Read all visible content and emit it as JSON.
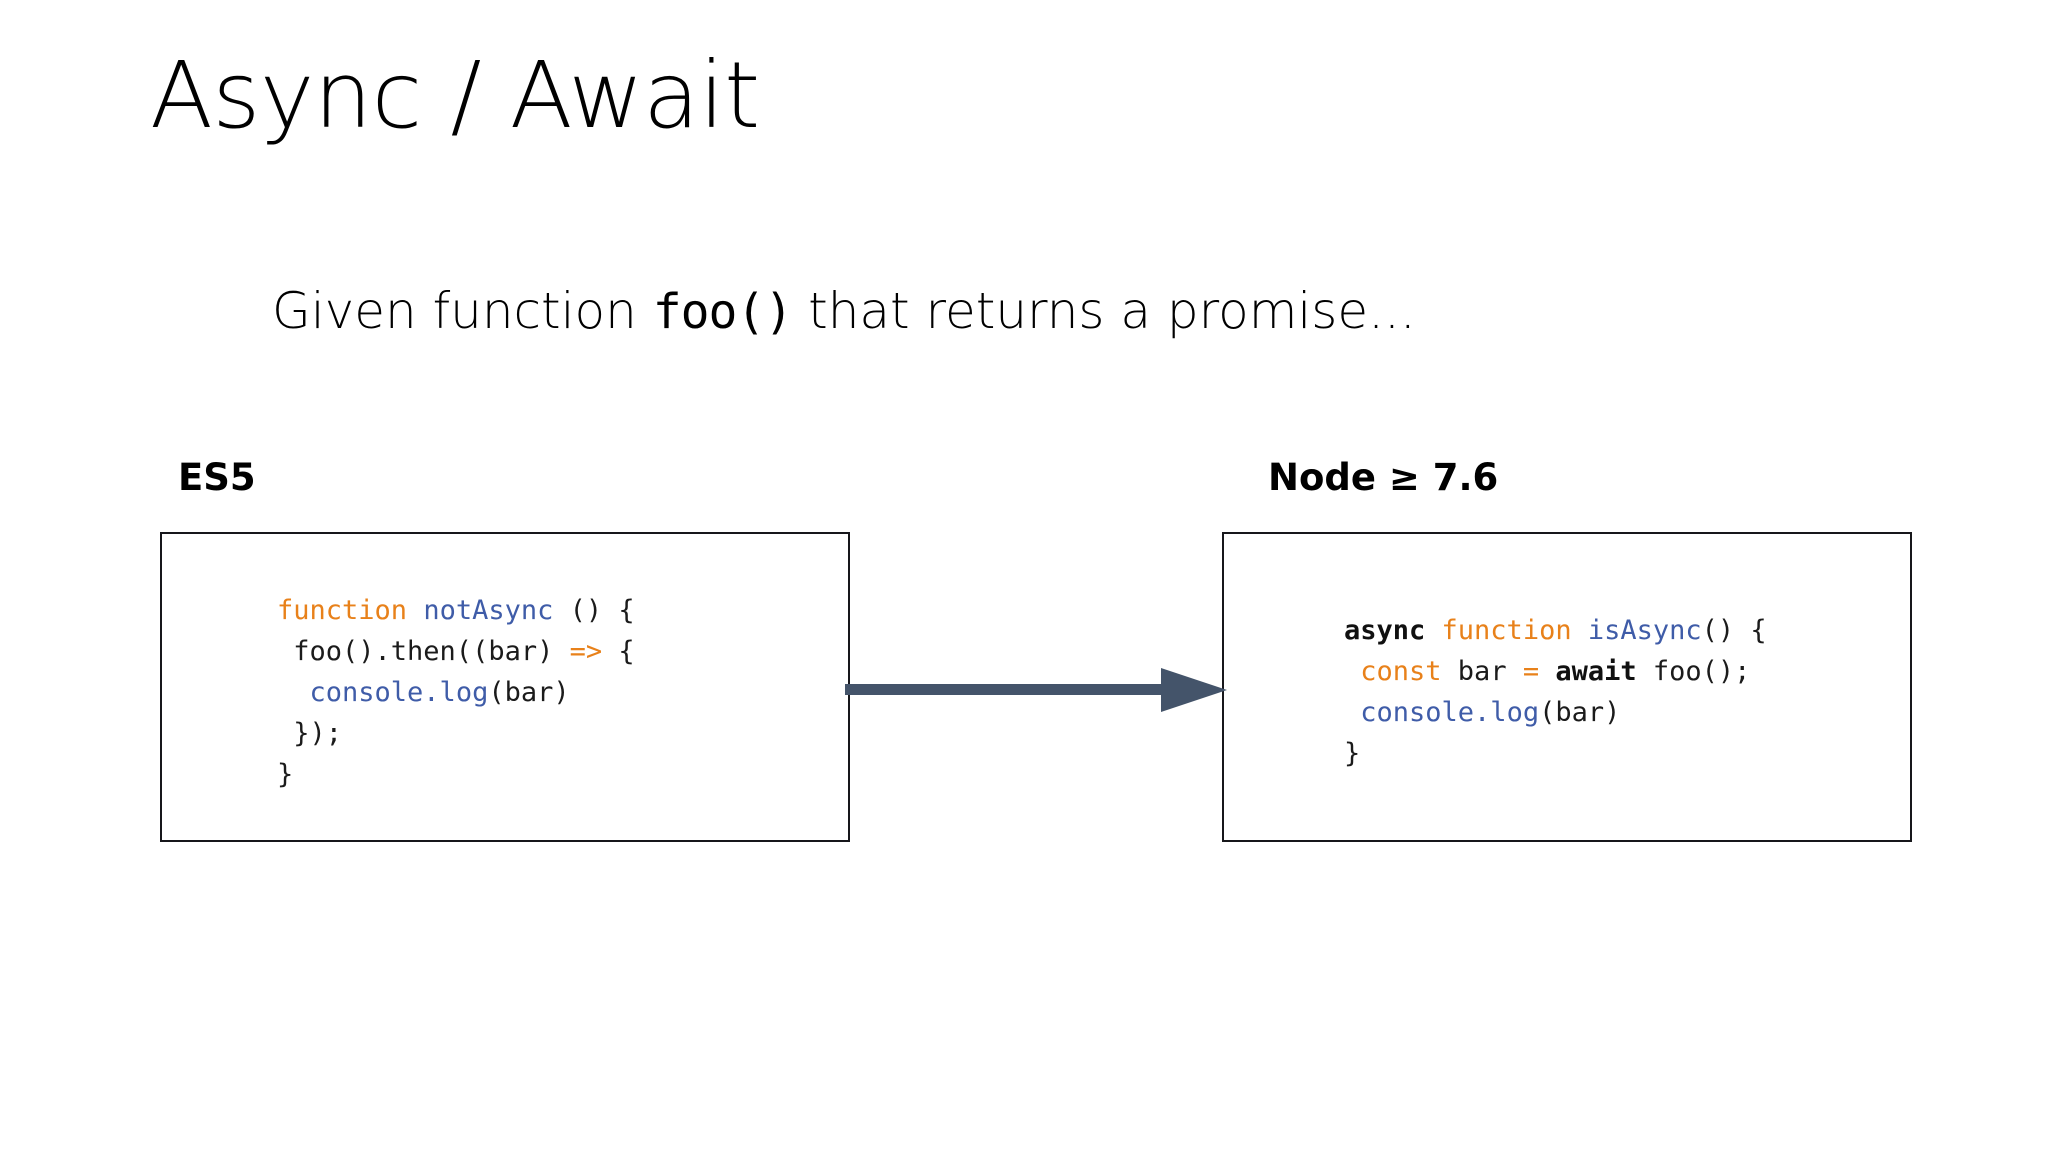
{
  "slide": {
    "title": "Async / Await",
    "subtitle": {
      "before": "Given function ",
      "code": "foo()",
      "after": " that returns a promise..."
    },
    "columns": [
      {
        "label": "ES5",
        "code_lines": [
          [
            {
              "text": "function ",
              "type": "keyword"
            },
            {
              "text": "notAsync",
              "type": "function"
            },
            {
              "text": " () {",
              "type": "plain"
            }
          ],
          [
            {
              "text": " foo().then((bar) ",
              "type": "plain"
            },
            {
              "text": "=>",
              "type": "operator"
            },
            {
              "text": " {",
              "type": "plain"
            }
          ],
          [
            {
              "text": "  ",
              "type": "plain"
            },
            {
              "text": "console.log",
              "type": "function"
            },
            {
              "text": "(bar)",
              "type": "plain"
            }
          ],
          [
            {
              "text": " });",
              "type": "plain"
            }
          ],
          [
            {
              "text": "}",
              "type": "plain"
            }
          ]
        ]
      },
      {
        "label": "Node ≥ 7.6",
        "code_lines": [
          [
            {
              "text": "async",
              "type": "strong"
            },
            {
              "text": " function ",
              "type": "keyword"
            },
            {
              "text": "isAsync",
              "type": "function"
            },
            {
              "text": "() {",
              "type": "plain"
            }
          ],
          [
            {
              "text": " ",
              "type": "plain"
            },
            {
              "text": "const",
              "type": "keyword"
            },
            {
              "text": " bar ",
              "type": "plain"
            },
            {
              "text": "=",
              "type": "operator"
            },
            {
              "text": " ",
              "type": "plain"
            },
            {
              "text": "await",
              "type": "strong"
            },
            {
              "text": " foo();",
              "type": "plain"
            }
          ],
          [
            {
              "text": " ",
              "type": "plain"
            },
            {
              "text": "console.log",
              "type": "function"
            },
            {
              "text": "(bar)",
              "type": "plain"
            }
          ],
          [
            {
              "text": "}",
              "type": "plain"
            }
          ]
        ]
      }
    ],
    "arrow": {
      "direction": "right",
      "color": "#44546a"
    },
    "colors": {
      "background": "#ffffff",
      "text": "#000000",
      "keyword": "#e8811a",
      "identifier": "#3f5ca8",
      "code_plain": "#1b1b1b",
      "box_border": "#17171b",
      "arrow": "#44546a"
    }
  }
}
